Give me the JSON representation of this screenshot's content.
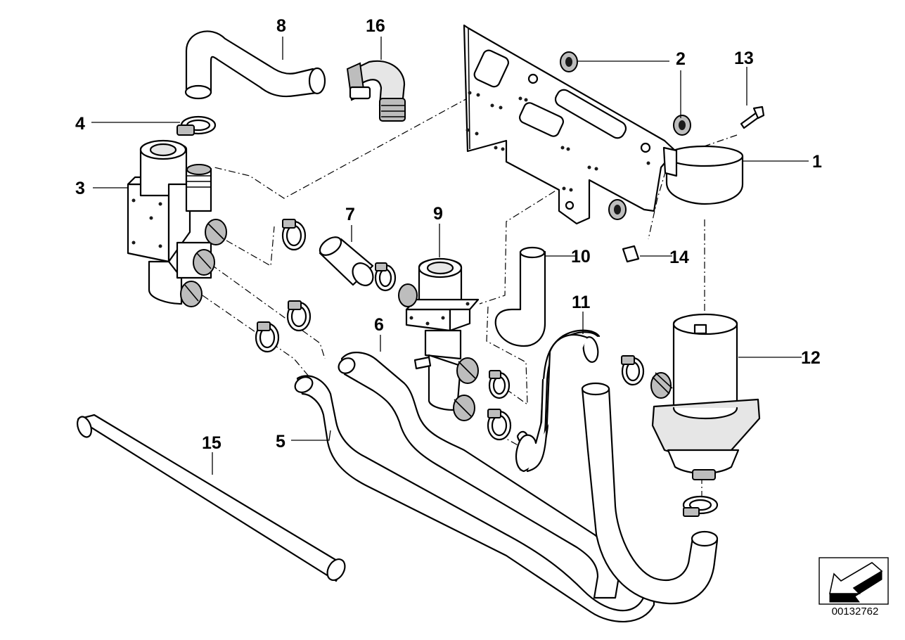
{
  "diagram": {
    "callouts": {
      "p1": "1",
      "p2": "2",
      "p3": "3",
      "p4": "4",
      "p5": "5",
      "p6": "6",
      "p7": "7",
      "p8": "8",
      "p9": "9",
      "p10": "10",
      "p11": "11",
      "p12": "12",
      "p13": "13",
      "p14": "14",
      "p15": "15",
      "p16": "16"
    },
    "document_number": "00132762",
    "icons": {
      "orientation": "direction-arrow-icon"
    }
  }
}
